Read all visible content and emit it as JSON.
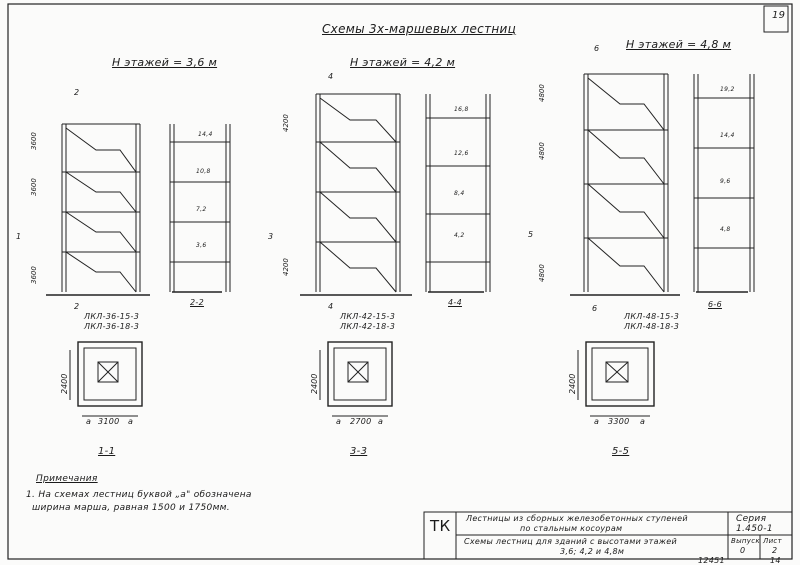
{
  "sheet_number": "19",
  "main_title": "Схемы 3х-маршевых лестниц",
  "groups": [
    {
      "floor_height_label": "Н этажей = 3,6 м",
      "sec_marker": "2",
      "axis_top": "3600",
      "axis_mid": "3600",
      "axis_bottom": "3600",
      "mark_levels": [
        "14,4",
        "10,8",
        "7,2",
        "3,6"
      ],
      "section_label": "2-2",
      "stair_codes": [
        "ЛКЛ-36-15-3",
        "ЛКЛ-36-18-3"
      ],
      "dimension": "3100",
      "plan_label": "1-1",
      "plan_height": "2400",
      "axis_letter": "a",
      "left_marker": "1"
    },
    {
      "floor_height_label": "Н этажей = 4,2 м",
      "sec_marker": "4",
      "axis_top": "4200",
      "axis_mid": "",
      "axis_bottom": "4200",
      "mark_levels": [
        "16,8",
        "12,6",
        "8,4",
        "4,2"
      ],
      "section_label": "4-4",
      "stair_codes": [
        "ЛКЛ-42-15-3",
        "ЛКЛ-42-18-3"
      ],
      "dimension": "2700",
      "plan_label": "3-3",
      "plan_height": "2400",
      "axis_letter": "a",
      "left_marker": "3"
    },
    {
      "floor_height_label": "Н этажей = 4,8 м",
      "sec_marker": "6",
      "axis_top": "4800",
      "axis_mid": "4800",
      "axis_bottom": "4800",
      "mark_levels": [
        "19,2",
        "14,4",
        "9,6",
        "4,8"
      ],
      "section_label": "6-6",
      "stair_codes": [
        "ЛКЛ-48-15-3",
        "ЛКЛ-48-18-3"
      ],
      "dimension": "3300",
      "plan_label": "5-5",
      "plan_height": "2400",
      "axis_letter": "a",
      "left_marker": "5"
    }
  ],
  "notes": {
    "heading": "Примечания",
    "line1": "1. На схемах лестниц буквой „а\" обозначена",
    "line2": "ширина марша, равная 1500 и 1750мм."
  },
  "title_block": {
    "logo": "ТК",
    "desc1": "Лестницы из сборных железобетонных ступеней",
    "desc2": "по стальным косоурам",
    "desc3": "Схемы лестниц для зданий с высотами этажей",
    "desc4": "3,6; 4,2 и 4,8м",
    "series_label": "Серия",
    "series_value": "1.450-1",
    "issue_label": "Выпуск",
    "issue_value": "0",
    "sheet_label": "Лист",
    "sheet_value": "2"
  },
  "stamp_number": "12451",
  "stamp_page": "14"
}
